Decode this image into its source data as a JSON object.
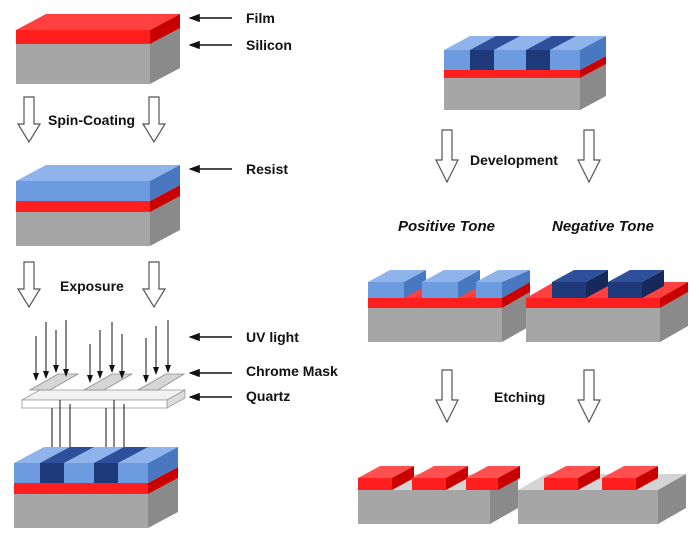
{
  "labels": {
    "film": "Film",
    "silicon": "Silicon",
    "spin_coating": "Spin-Coating",
    "resist": "Resist",
    "exposure": "Exposure",
    "uv_light": "UV light",
    "chrome_mask": "Chrome Mask",
    "quartz": "Quartz",
    "development": "Development",
    "positive_tone": "Positive Tone",
    "negative_tone": "Negative Tone",
    "etching": "Etching"
  },
  "colors": {
    "silicon_front": "#a6a6a6",
    "silicon_top": "#cfcfcf",
    "silicon_side": "#8a8a8a",
    "film": "#ff1f1f",
    "film_dark": "#c80000",
    "resist": "#6d9be0",
    "resist_top": "#8fb4ec",
    "resist_exposed": "#1f3a7a",
    "quartz": "#f2f2f2",
    "chrome": "#c8c8c8"
  }
}
